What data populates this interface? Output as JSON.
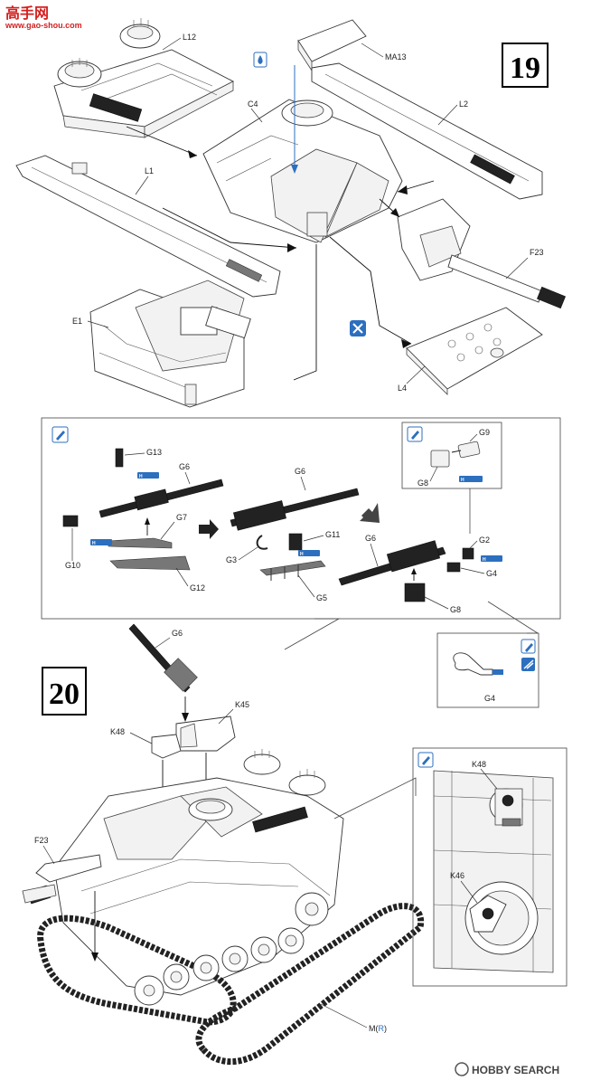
{
  "watermark": {
    "top_chars": "高手网",
    "top_url": "www.gao-shou.com",
    "bottom_brand": "HOBBY SEARCH"
  },
  "step19": {
    "number": "19",
    "labels": [
      "L12",
      "MA13",
      "C4",
      "L2",
      "L1",
      "F23",
      "E1",
      "L4"
    ]
  },
  "callout": {
    "labels": [
      "G13",
      "G6",
      "G7",
      "G10",
      "G12",
      "G3",
      "G11",
      "G5",
      "G6",
      "G2",
      "G4",
      "G8",
      "G9",
      "G8"
    ],
    "detail_label": "G4",
    "pill_text": "H"
  },
  "step20": {
    "number": "20",
    "labels": [
      "G6",
      "K45",
      "K48",
      "F23",
      "M(",
      "R",
      ")"
    ],
    "inset_labels": [
      "K48",
      "K46"
    ]
  },
  "colors": {
    "accent_blue": "#2c6fbf",
    "watermark_red": "#d42020",
    "ink": "#111111"
  },
  "icons": [
    "glue-icon",
    "cement-icon",
    "drill-hole-icon",
    "paint-icon"
  ]
}
